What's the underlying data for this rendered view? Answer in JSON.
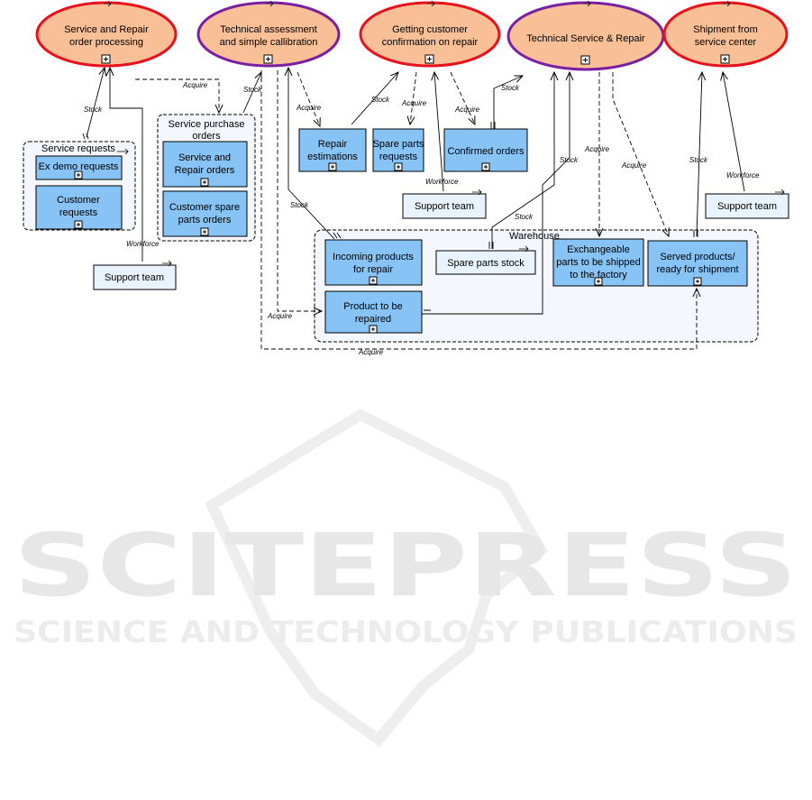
{
  "processes": {
    "p1": {
      "line1": "Service and Repair",
      "line2": "order processing"
    },
    "p2": {
      "line1": "Technical assessment",
      "line2": "and simple callibration"
    },
    "p3": {
      "line1": "Getting customer",
      "line2": "confirmation on repair"
    },
    "p4": {
      "line1": "Technical Service & Repair"
    },
    "p5": {
      "line1": "Shipment from",
      "line2": "service center"
    }
  },
  "groups": {
    "service_requests": "Service requests",
    "service_purchase_orders": {
      "line1": "Service purchase",
      "line2": "orders"
    },
    "warehouse": "Warehouse"
  },
  "boxes": {
    "ex_demo": "Ex demo requests",
    "customer_requests": {
      "line1": "Customer",
      "line2": "requests"
    },
    "service_repair_orders": {
      "line1": "Service and",
      "line2": "Repair orders"
    },
    "customer_spare_parts": {
      "line1": "Customer spare",
      "line2": "parts orders"
    },
    "repair_estimations": {
      "line1": "Repair",
      "line2": "estimations"
    },
    "spare_parts_requests": {
      "line1": "Spare parts",
      "line2": "requests"
    },
    "confirmed_orders": "Confirmed orders",
    "incoming_products": {
      "line1": "Incoming products",
      "line2": "for repair"
    },
    "product_to_repair": {
      "line1": "Product to be",
      "line2": "repaired"
    },
    "spare_parts_stock": "Spare parts stock",
    "exchangeable_parts": {
      "line1": "Exchangeable",
      "line2": "parts to be shipped",
      "line3": "to the factory"
    },
    "served_products": {
      "line1": "Served products/",
      "line2": "ready for shipment"
    }
  },
  "resources": {
    "support_team_1": "Support team",
    "support_team_2": "Support team",
    "support_team_3": "Support team"
  },
  "edge_labels": {
    "stock": "Stock",
    "acquire": "Acquire",
    "workforce": "Workforce"
  },
  "watermark": {
    "title": "SCITEPRESS",
    "subtitle": "SCIENCE AND TECHNOLOGY PUBLICATIONS"
  },
  "colors": {
    "process_fill": "#f9bf96",
    "process_border_red": "#e8111b",
    "process_border_purple": "#7a1fa2",
    "box_fill": "#87c3f5",
    "group_fill": "#f4f7fd",
    "resource_fill": "#e9f3fd"
  }
}
